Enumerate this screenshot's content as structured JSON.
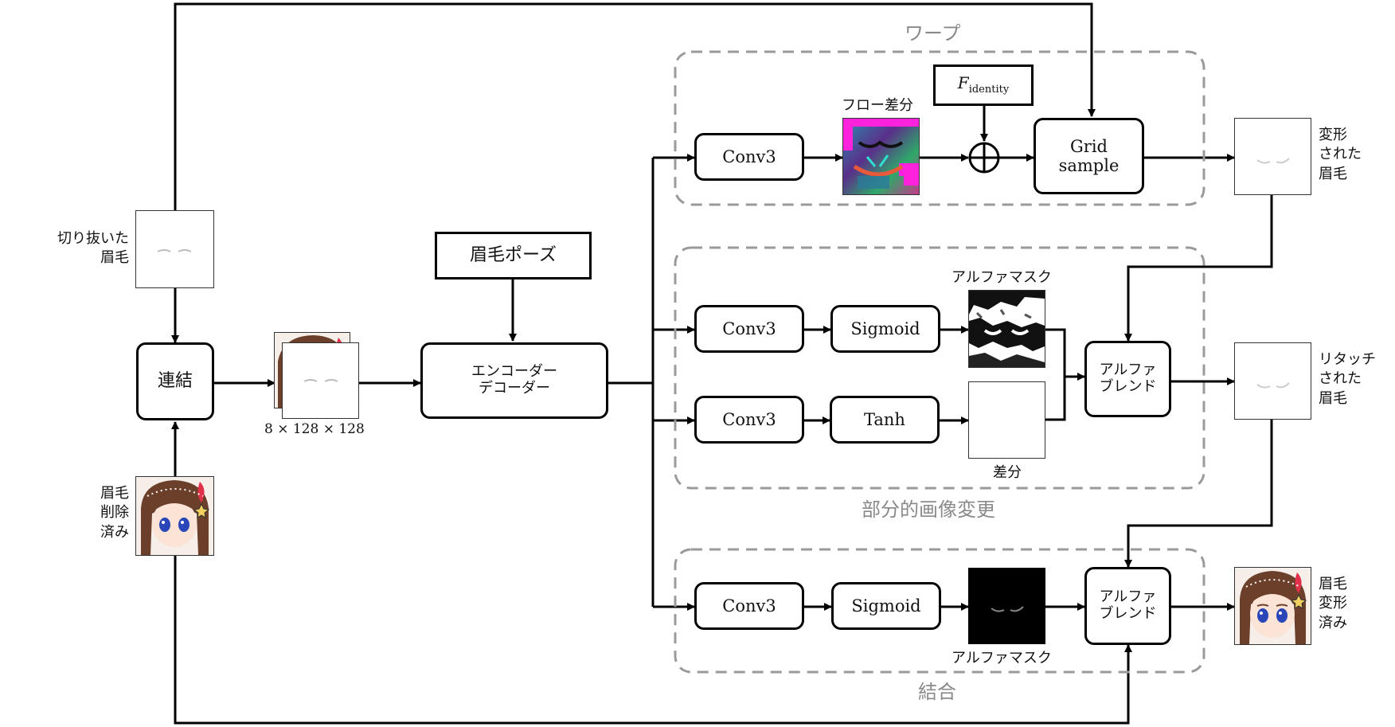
{
  "groups": {
    "warp": "ワープ",
    "partial": "部分的画像変更",
    "combine": "結合"
  },
  "boxes": {
    "concat": "連結",
    "eyebrow_pose": "眉毛ポーズ",
    "encoder_decoder": [
      "エンコーダー",
      "デコーダー"
    ],
    "conv3_warp": "Conv3",
    "conv3_partial_a": "Conv3",
    "conv3_partial_b": "Conv3",
    "conv3_combine": "Conv3",
    "sigmoid_partial": "Sigmoid",
    "tanh_partial": "Tanh",
    "sigmoid_combine": "Sigmoid",
    "f_identity": {
      "main": "F",
      "sub": "identity"
    },
    "grid_sample": [
      "Grid",
      "sample"
    ],
    "alpha_blend_partial": [
      "アルファ",
      "ブレンド"
    ],
    "alpha_blend_combine": [
      "アルファ",
      "ブレンド"
    ]
  },
  "labels": {
    "cropped_eyebrow": [
      "切り抜いた",
      "眉毛"
    ],
    "eyebrow_removed": [
      "眉毛",
      "削除",
      "済み"
    ],
    "tensor_size": "8 × 128 × 128",
    "flow_diff": "フロー差分",
    "alpha_mask_partial": "アルファマスク",
    "diff": "差分",
    "alpha_mask_combine": "アルファマスク",
    "warped_eyebrow": [
      "変形",
      "された",
      "眉毛"
    ],
    "retouched_eyebrow": [
      "リタッチ",
      "された",
      "眉毛"
    ],
    "eyebrow_transformed": [
      "眉毛",
      "変形",
      "済み"
    ]
  },
  "colors": {
    "line": "#000000",
    "group_border": "#9a9a9a",
    "group_title": "#8a8a8a",
    "flow_magenta": "#ff22dd"
  }
}
